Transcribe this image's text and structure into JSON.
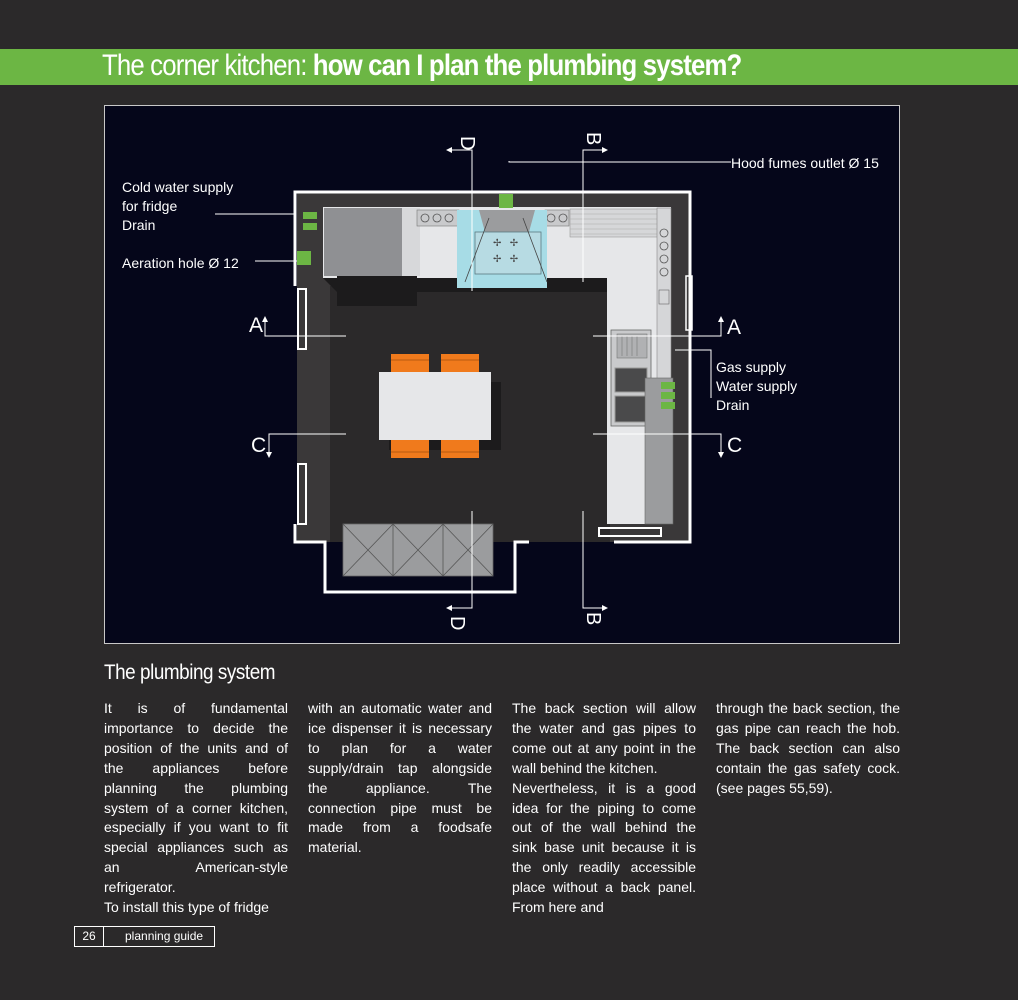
{
  "header": {
    "title_light": "The corner kitchen: ",
    "title_bold": "how can I plan the plumbing system?"
  },
  "plan": {
    "hood_label": "Hood fumes outlet Ø 15",
    "cold_water_label_1": "Cold water supply",
    "cold_water_label_2": "for fridge",
    "cold_water_label_3": "Drain",
    "aeration_label": "Aeration hole Ø 12",
    "gas_label": "Gas supply",
    "water_label": "Water supply",
    "drain_label": "Drain",
    "section_a": "A",
    "section_b": "B",
    "section_c": "C",
    "section_d": "D",
    "colors": {
      "accent_green": "#6cb644",
      "hob_blue": "#a7dce6",
      "chair_orange": "#f07a1c"
    }
  },
  "article": {
    "heading": "The plumbing system",
    "col1_p1": "It is of fundamental importance to decide the position of the units and of the appliances before planning the plumbing system of a corner kitchen, especially if you want to fit special appliances such as an American-style refrigerator.",
    "col1_p2": "To install this type of fridge",
    "col2_p1": "with an automatic water and ice dispenser it is necessary to plan for a water supply/drain tap alongside the appliance. The connection pipe must be made from a foodsafe material.",
    "col3_p1": "The back section will allow the water and gas pipes to come out at any point in the wall behind the kitchen.",
    "col3_p2": "Nevertheless, it is a good idea for the piping to come out of the wall behind the sink base unit because it is the only readily accessible place without a back panel. From here and",
    "col4_p1": "through the back section, the gas pipe can reach the hob. The back section can also contain the gas safety cock.  (see pages 55,59)."
  },
  "footer": {
    "page_number": "26",
    "guide_label": "planning guide"
  }
}
